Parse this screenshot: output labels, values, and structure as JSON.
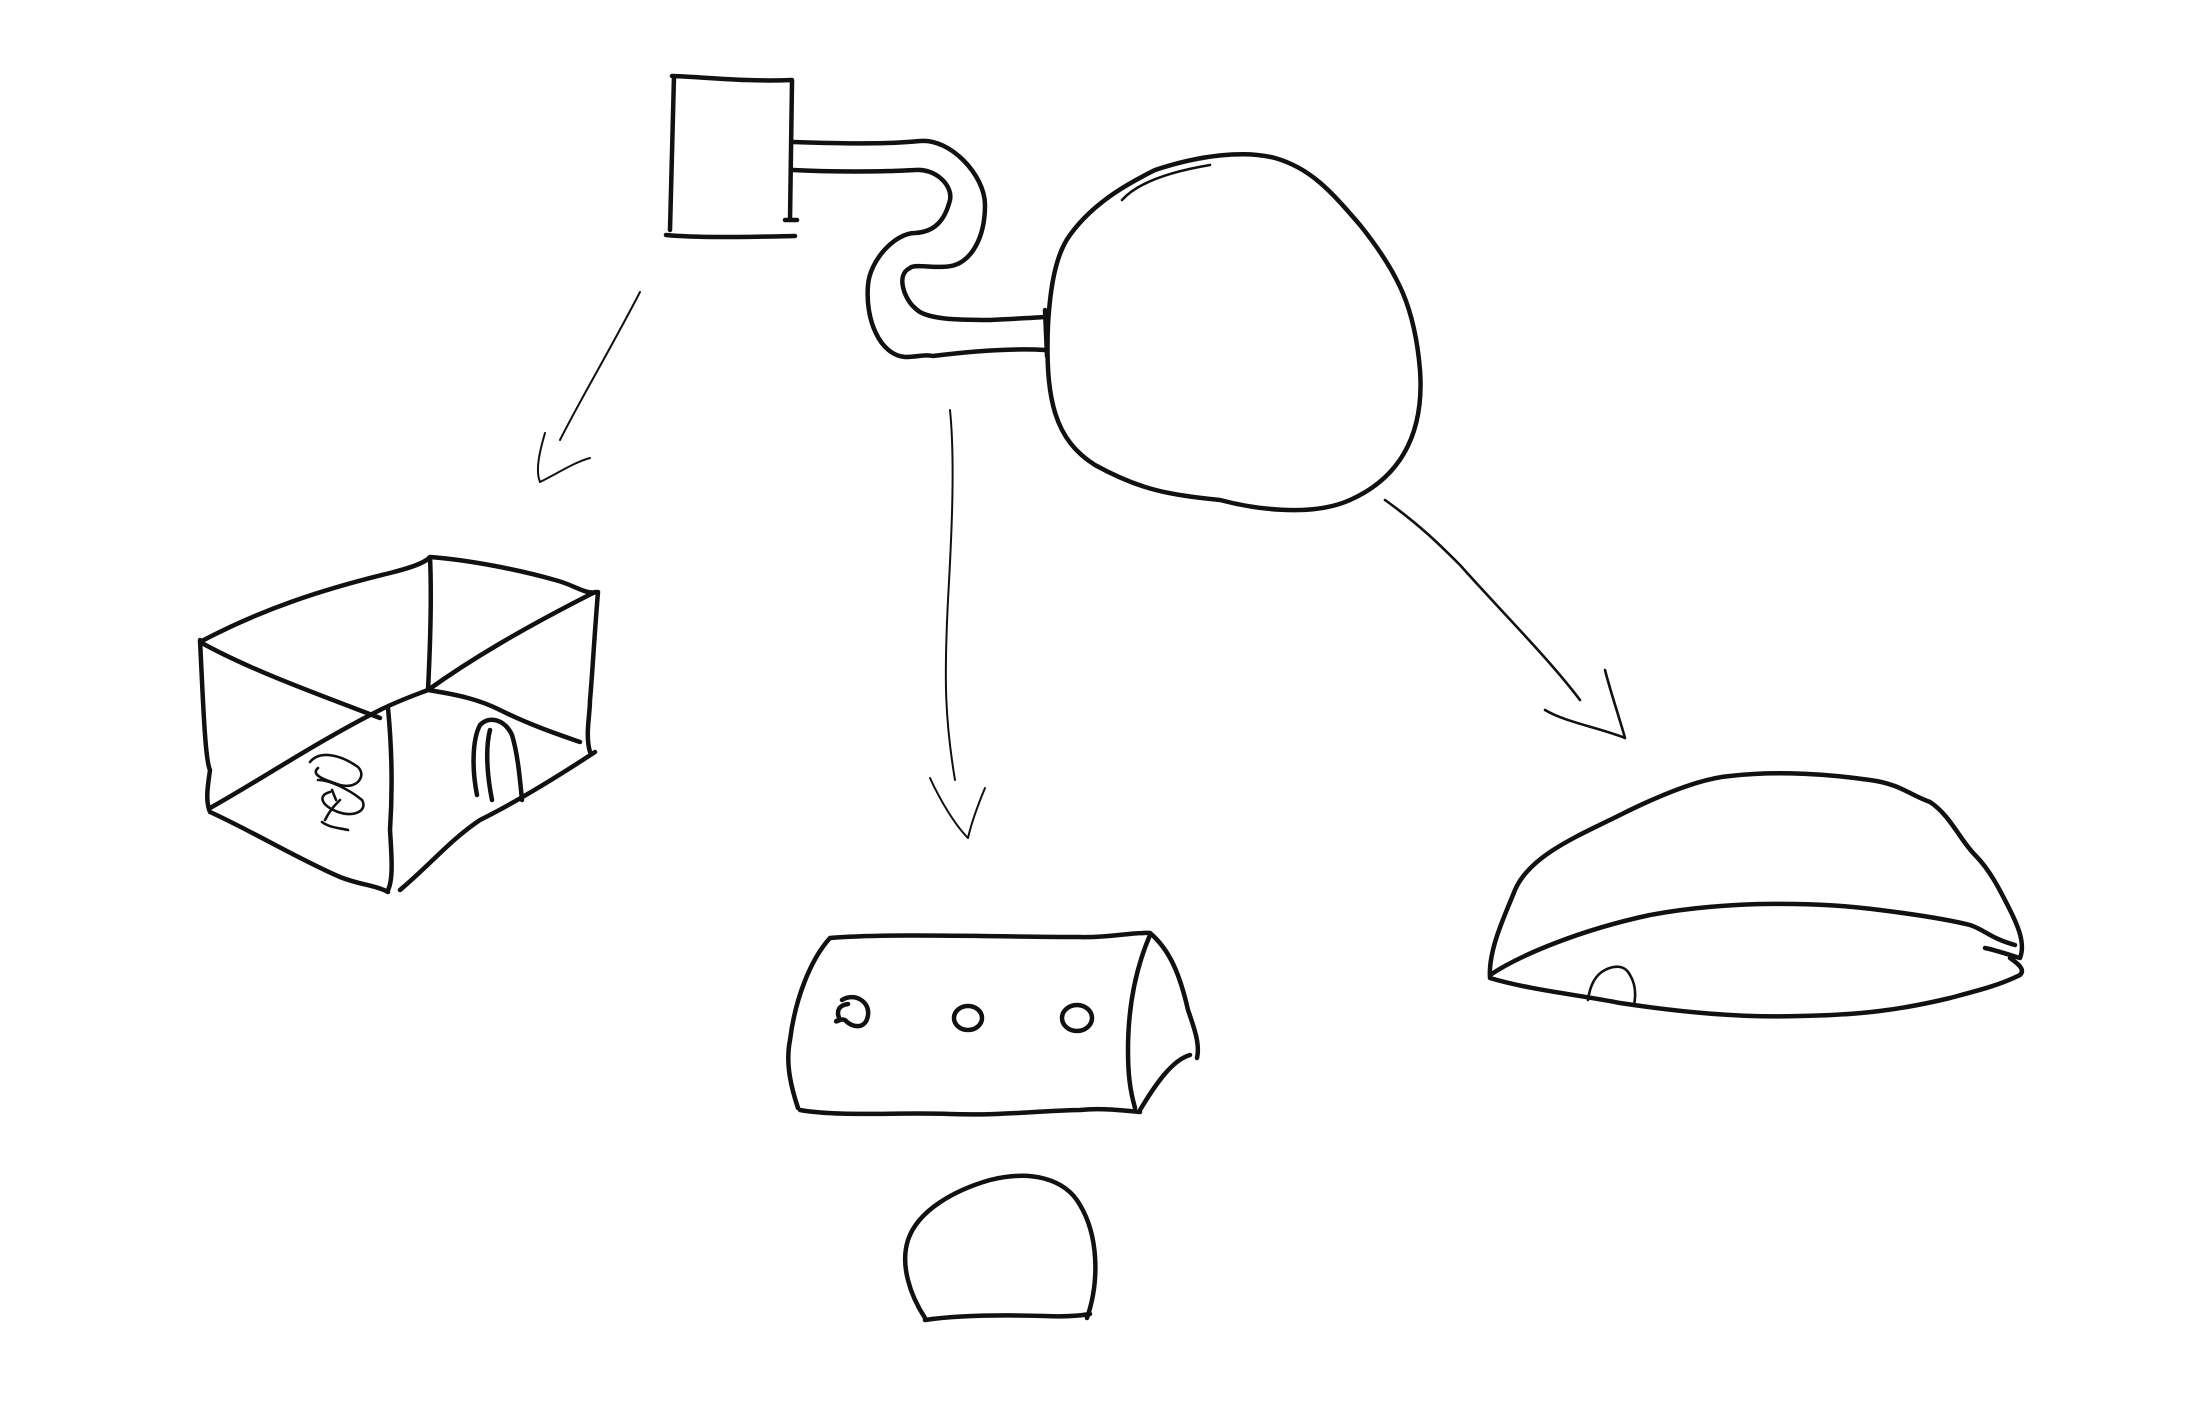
{
  "diagram": {
    "ink_color": "#111111",
    "background_color": "#ffffff",
    "style": "hand-drawn sketch",
    "source": {
      "box_icon": "square-box-sketch",
      "connector_icon": "curved-pipe-sketch",
      "blob_icon": "round-blob-sketch"
    },
    "outputs": [
      {
        "icon": "open-box-room-sketch",
        "arrow_icon": "arrow-down-left-icon"
      },
      {
        "icon": "cylinder-tube-with-holes-sketch",
        "arrow_icon": "arrow-down-icon"
      },
      {
        "icon": "dome-shell-sketch",
        "arrow_icon": "arrow-down-right-icon"
      }
    ],
    "extra_shape_icon": "dome-cross-section-sketch"
  }
}
